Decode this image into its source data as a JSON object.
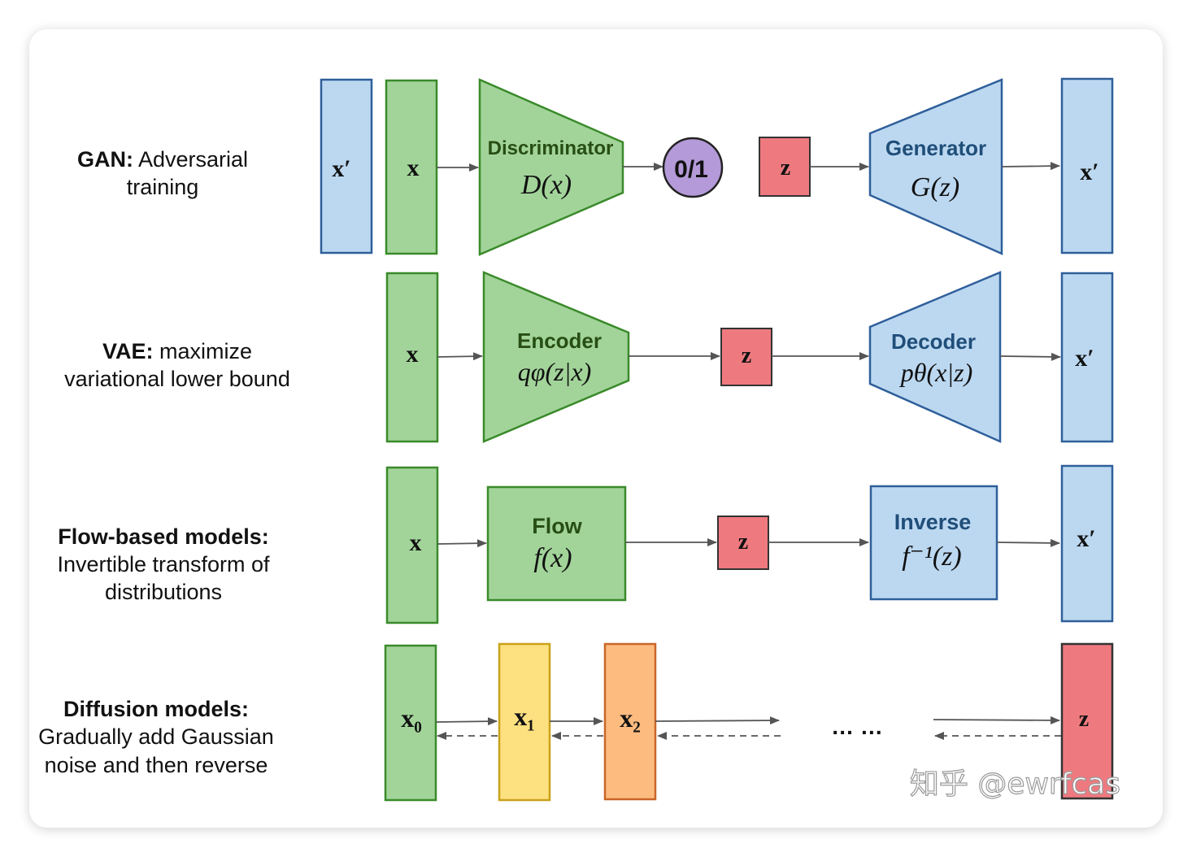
{
  "rows": {
    "gan": {
      "title_bold": "GAN:",
      "title_rest": " Adversarial",
      "title_line2": "training",
      "x_prime_left": "x′",
      "x": "x",
      "discriminator_title": "Discriminator",
      "discriminator_formula": "D(x)",
      "output": "0/1",
      "z": "z",
      "generator_title": "Generator",
      "generator_formula": "G(z)",
      "x_prime_right": "x′"
    },
    "vae": {
      "title_bold": "VAE:",
      "title_rest": " maximize",
      "title_line2": "variational lower bound",
      "x": "x",
      "encoder_title": "Encoder",
      "encoder_formula": "qφ(z|x)",
      "z": "z",
      "decoder_title": "Decoder",
      "decoder_formula": "pθ(x|z)",
      "x_prime": "x′"
    },
    "flow": {
      "title_line1": "Flow-based models:",
      "title_line2": "Invertible transform of",
      "title_line3": "distributions",
      "x": "x",
      "flow_title": "Flow",
      "flow_formula": "f(x)",
      "z": "z",
      "inverse_title": "Inverse",
      "inverse_formula": "f⁻¹(z)",
      "x_prime": "x′"
    },
    "diffusion": {
      "title_line1": "Diffusion models:",
      "title_line2": "Gradually add Gaussian",
      "title_line3": "noise and then reverse",
      "x0": "x₀",
      "x1": "x₁",
      "x2": "x₂",
      "ellipsis": "… …",
      "z": "z"
    }
  },
  "watermark": "知乎 @ewrfcas",
  "colors": {
    "green_fill": "#a2d49a",
    "green_stroke": "#3a8a2a",
    "blue_fill": "#bcd8f1",
    "blue_stroke": "#2f5f9a",
    "red_fill": "#ee7a80",
    "yellow_fill": "#fde080",
    "orange_fill": "#fdbb80",
    "purple_fill": "#b49ad8",
    "arrow": "#555555"
  }
}
